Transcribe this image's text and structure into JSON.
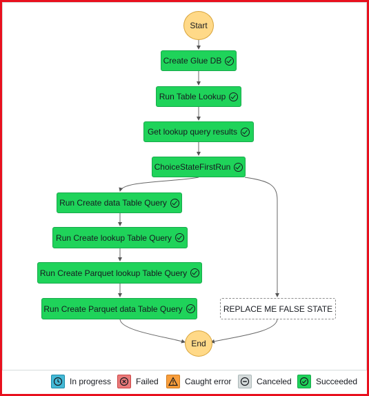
{
  "diagram": {
    "nodes": {
      "start": "Start",
      "create_glue_db": "Create Glue DB",
      "run_table_lookup": "Run Table Lookup",
      "get_lookup_results": "Get lookup query results",
      "choice_first_run": "ChoiceStateFirstRun",
      "run_create_data_table": "Run Create data Table Query",
      "run_create_lookup_table": "Run Create lookup Table Query",
      "run_create_parquet_lookup": "Run Create Parquet lookup Table Query",
      "run_create_parquet_data": "Run Create Parquet data Table Query",
      "replace_false_state": "REPLACE ME FALSE STATE",
      "end": "End"
    }
  },
  "legend": {
    "in_progress": "In progress",
    "failed": "Failed",
    "caught_error": "Caught error",
    "canceled": "Canceled",
    "succeeded": "Succeeded"
  },
  "colors": {
    "succeeded": "#1fd35a",
    "terminal": "#ffd988",
    "in_progress": "#44b9d6",
    "failed": "#ea7a7a",
    "caught_error": "#f89e3c",
    "canceled": "#d5dbdb",
    "frame": "#e8101e"
  }
}
